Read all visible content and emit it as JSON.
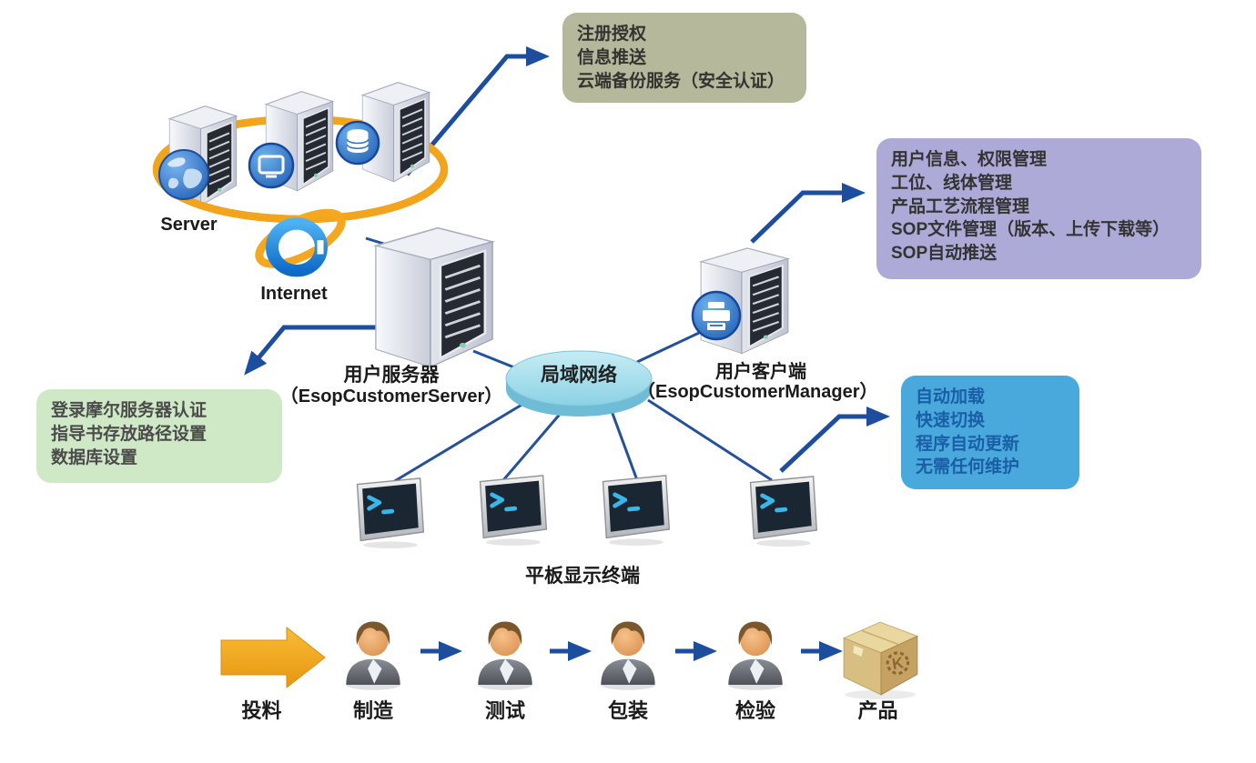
{
  "nodes": {
    "server_cluster": {
      "label": "Server",
      "icon": "server-cluster-icon"
    },
    "internet": {
      "label": "Internet",
      "icon": "internet-explorer-icon"
    },
    "user_server": {
      "title": "用户服务器",
      "subtitle": "（EsopCustomerServer）",
      "icon": "tower-server-icon"
    },
    "lan": {
      "label": "局域网络",
      "icon": "network-disc-icon"
    },
    "user_client": {
      "title": "用户客户端",
      "subtitle": "（EsopCustomerManager）",
      "icon": "tower-server-printer-icon"
    },
    "terminals": {
      "label": "平板显示终端",
      "count": 4,
      "icon": "terminal-monitor-icon"
    }
  },
  "callouts": {
    "cloud_services": {
      "lines": [
        "注册授权",
        "信息推送",
        "云端备份服务（安全认证）"
      ],
      "color": "#b5b89b"
    },
    "management_features": {
      "lines": [
        "用户信息、权限管理",
        "工位、线体管理",
        "产品工艺流程管理",
        "SOP文件管理（版本、上传下载等）",
        "SOP自动推送"
      ],
      "color": "#aeaad8"
    },
    "server_settings": {
      "lines": [
        "登录摩尔服务器认证",
        "指导书存放路径设置",
        "数据库设置"
      ],
      "color": "#cfe9c6"
    },
    "client_features": {
      "lines": [
        "自动加载",
        "快速切换",
        "程序自动更新",
        "无需任何维护"
      ],
      "color": "#49a9dd",
      "text_color": "#1a5ea6"
    }
  },
  "production_flow": {
    "steps": [
      {
        "label": "投料",
        "icon": "feed-arrow-icon"
      },
      {
        "label": "制造",
        "icon": "worker-icon"
      },
      {
        "label": "测试",
        "icon": "worker-icon"
      },
      {
        "label": "包装",
        "icon": "worker-icon"
      },
      {
        "label": "检验",
        "icon": "worker-icon"
      },
      {
        "label": "产品",
        "icon": "package-icon"
      }
    ]
  },
  "colors": {
    "connector_blue": "#1d4e9e",
    "flow_arrow_orange": "#f2a41d",
    "lan_fill": "#9fd8e8",
    "terminal_screen": "#1b2633",
    "terminal_prompt": "#38b7ea"
  }
}
